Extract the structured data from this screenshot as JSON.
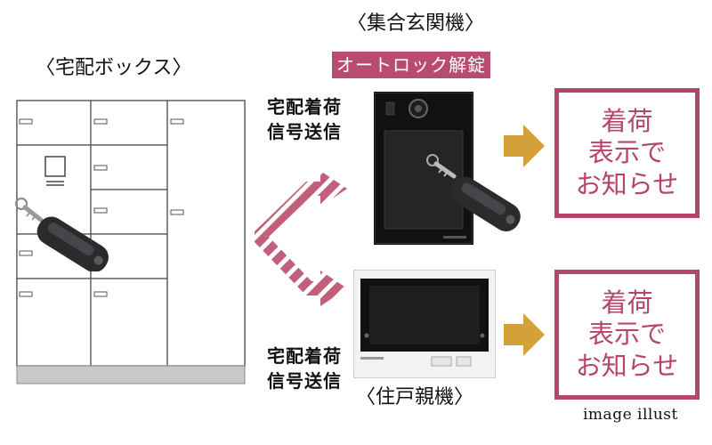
{
  "locker": {
    "title": "〈宅配ボックス〉"
  },
  "entrance_panel": {
    "title": "〈集合玄関機〉",
    "badge": "オートロック解錠"
  },
  "room_monitor": {
    "title": "〈住戸親機〉"
  },
  "signals": [
    {
      "line1": "宅配着荷",
      "line2": "信号送信"
    },
    {
      "line1": "宅配着荷",
      "line2": "信号送信"
    }
  ],
  "notices": [
    {
      "line1": "着荷",
      "line2": "表示で",
      "line3": "お知らせ"
    },
    {
      "line1": "着荷",
      "line2": "表示で",
      "line3": "お知らせ"
    }
  ],
  "caption": "image illust",
  "colors": {
    "accent": "#b5466a",
    "arrow_gold": "#d4a03a",
    "arrow_pink": "#c2607c"
  }
}
